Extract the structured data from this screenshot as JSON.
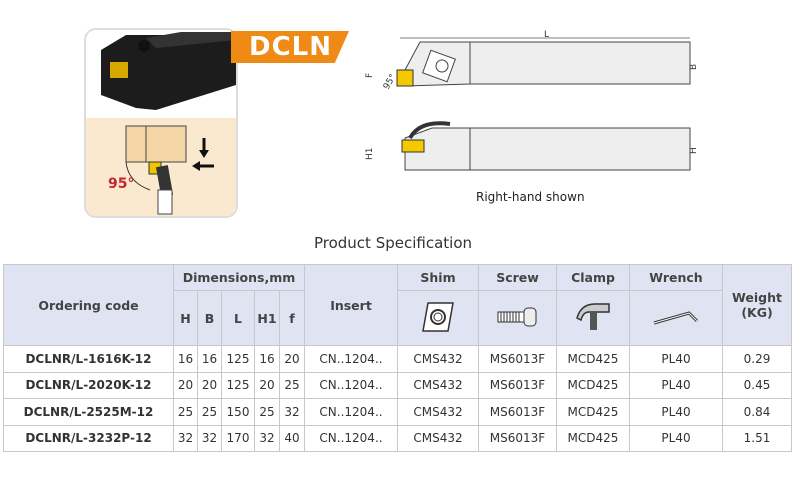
{
  "product": {
    "badge": "DCLN",
    "angle_label": "95°",
    "note": "Right-hand shown",
    "drawing_labels": {
      "L": "L",
      "B": "B",
      "F": "F",
      "H": "H",
      "H1": "H1",
      "angle": "95°"
    }
  },
  "title": "Product Specification",
  "table": {
    "headers": {
      "ordering_code": "Ordering code",
      "dimensions": "Dimensions,mm",
      "H": "H",
      "B": "B",
      "L": "L",
      "H1": "H1",
      "f": "f",
      "insert": "Insert",
      "shim": "Shim",
      "screw": "Screw",
      "clamp": "Clamp",
      "wrench": "Wrench",
      "weight": "Weight (KG)"
    },
    "rows": [
      {
        "code": "DCLNR/L-1616K-12",
        "H": "16",
        "B": "16",
        "L": "125",
        "H1": "16",
        "f": "20",
        "insert": "CN..1204..",
        "shim": "CMS432",
        "screw": "MS6013F",
        "clamp": "MCD425",
        "wrench": "PL40",
        "weight": "0.29"
      },
      {
        "code": "DCLNR/L-2020K-12",
        "H": "20",
        "B": "20",
        "L": "125",
        "H1": "20",
        "f": "25",
        "insert": "CN..1204..",
        "shim": "CMS432",
        "screw": "MS6013F",
        "clamp": "MCD425",
        "wrench": "PL40",
        "weight": "0.45"
      },
      {
        "code": "DCLNR/L-2525M-12",
        "H": "25",
        "B": "25",
        "L": "150",
        "H1": "25",
        "f": "32",
        "insert": "CN..1204..",
        "shim": "CMS432",
        "screw": "MS6013F",
        "clamp": "MCD425",
        "wrench": "PL40",
        "weight": "0.84"
      },
      {
        "code": "DCLNR/L-3232P-12",
        "H": "32",
        "B": "32",
        "L": "170",
        "H1": "32",
        "f": "40",
        "insert": "CN..1204..",
        "shim": "CMS432",
        "screw": "MS6013F",
        "clamp": "MCD425",
        "wrench": "PL40",
        "weight": "1.51"
      }
    ]
  },
  "colors": {
    "accent": "#ef8a14",
    "insert": "#f5c800",
    "header_bg": "#dfe3f2"
  }
}
